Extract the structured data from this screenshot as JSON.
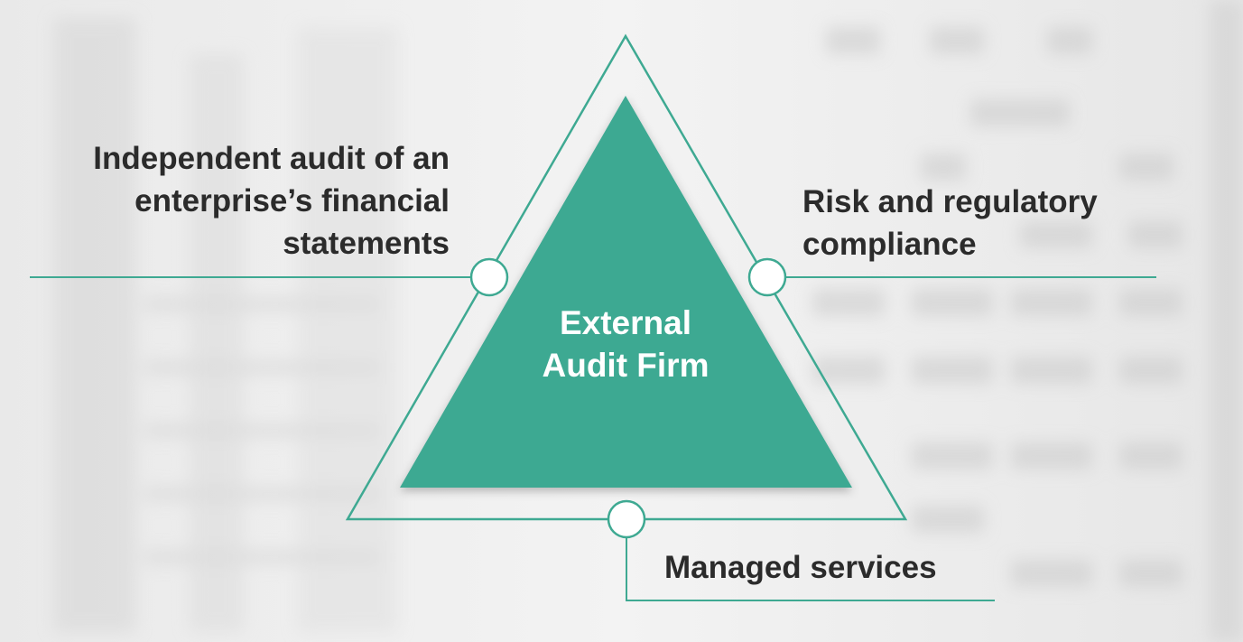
{
  "diagram": {
    "center_label": "External\nAudit Firm",
    "left_label": "Independent audit of an\nenterprise’s financial\nstatements",
    "right_label": "Risk and regulatory\ncompliance",
    "bottom_label": "Managed services"
  },
  "colors": {
    "accent": "#3ea992",
    "outline": "#3ea992",
    "text": "#2b2b2b",
    "center_text": "#ffffff",
    "background": "#ededed"
  }
}
